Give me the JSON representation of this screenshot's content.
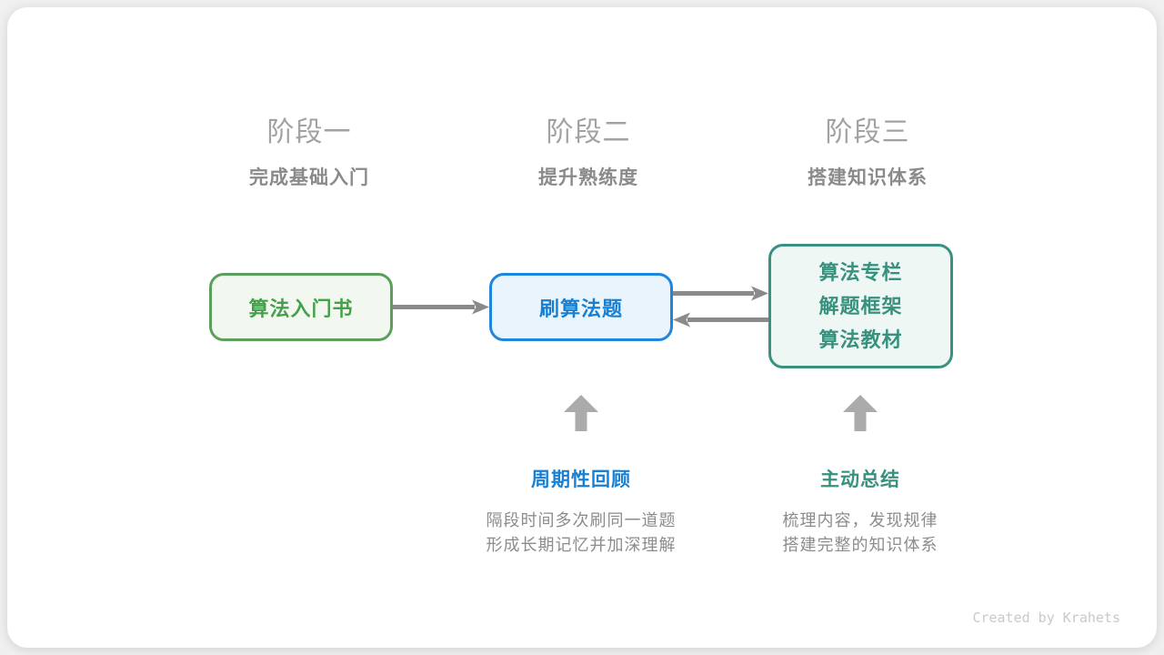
{
  "stages": [
    {
      "title": "阶段一",
      "subtitle": "完成基础入门"
    },
    {
      "title": "阶段二",
      "subtitle": "提升熟练度"
    },
    {
      "title": "阶段三",
      "subtitle": "搭建知识体系"
    }
  ],
  "nodes": [
    {
      "label": "算法入门书",
      "colors": {
        "border": "#5C9E5B",
        "background": "#F2F8EF",
        "text": "#44A04A"
      }
    },
    {
      "label": "刷算法题",
      "colors": {
        "border": "#1E86DC",
        "background": "#EAF4FC",
        "text": "#1780D3"
      }
    },
    {
      "labels": [
        "算法专栏",
        "解题框架",
        "算法教材"
      ],
      "colors": {
        "border": "#3A9181",
        "background": "#EEF7F3",
        "text": "#38917F"
      }
    }
  ],
  "annotations": [
    {
      "label": "周期性回顾",
      "color": "#1780D3",
      "description": [
        "隔段时间多次刷同一道题",
        "形成长期记忆并加深理解"
      ]
    },
    {
      "label": "主动总结",
      "color": "#38917F",
      "description": [
        "梳理内容，发现规律",
        "搭建完整的知识体系"
      ]
    }
  ],
  "colors": {
    "arrow": "#8A8A8A",
    "up_arrow": "#ABABAB"
  },
  "watermark": "Created by Krahets"
}
